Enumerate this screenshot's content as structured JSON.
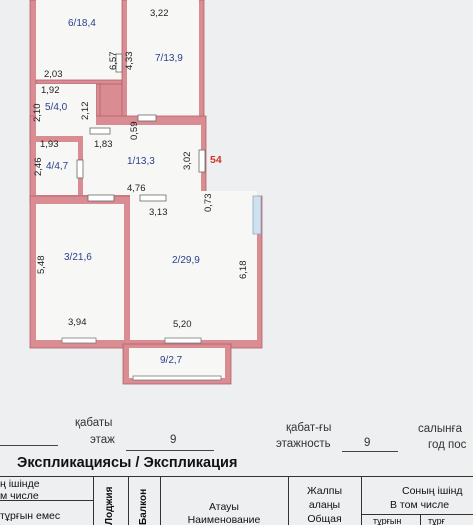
{
  "plan": {
    "rooms": {
      "r6": "6/18,4",
      "r7": "7/13,9",
      "r5": "5/4,0",
      "r4": "4/4,7",
      "r1": "1/13,3",
      "r3": "3/21,6",
      "r2": "2/29,9",
      "r9": "9/2,7"
    },
    "dims": {
      "d322": "3,22",
      "d657": "6,57",
      "d433": "4,33",
      "d203": "2,03",
      "d192": "1,92",
      "d210": "2,10",
      "d212": "2,12",
      "d059": "0,59",
      "d193": "1,93",
      "d183": "1,83",
      "d246": "2,46",
      "d302": "3,02",
      "d476": "4,76",
      "d313": "3,13",
      "d073": "0,73",
      "d548": "5,48",
      "d618": "6,18",
      "d394": "3,94",
      "d520": "5,20"
    },
    "marker": "54"
  },
  "form": {
    "floor_kz": "қабаты",
    "floor_ru": "этаж",
    "floor_value": "9",
    "floors_kz": "қабат-ғы",
    "floors_ru": "этажность",
    "floors_value": "9",
    "built_kz": "салынға",
    "built_ru": "год пос"
  },
  "explication": {
    "title": "Экспликациясы / Экспликация",
    "col1_kz": "ң ішінде",
    "col1_ru": "м числе",
    "col1_sub": "тұрғын емес",
    "col_loggia": "Лоджия",
    "col_balcony": "Балкон",
    "col_name_kz": "Атауы",
    "col_name_ru": "Наименование",
    "col_area_kz1": "Жалпы",
    "col_area_kz2": "алаңы",
    "col_area_ru": "Общая",
    "col_incl_kz": "Соның ішінд",
    "col_incl_ru": "В том числе",
    "col_incl_sub1": "тұрғын",
    "col_incl_sub2": "тұрғ"
  }
}
